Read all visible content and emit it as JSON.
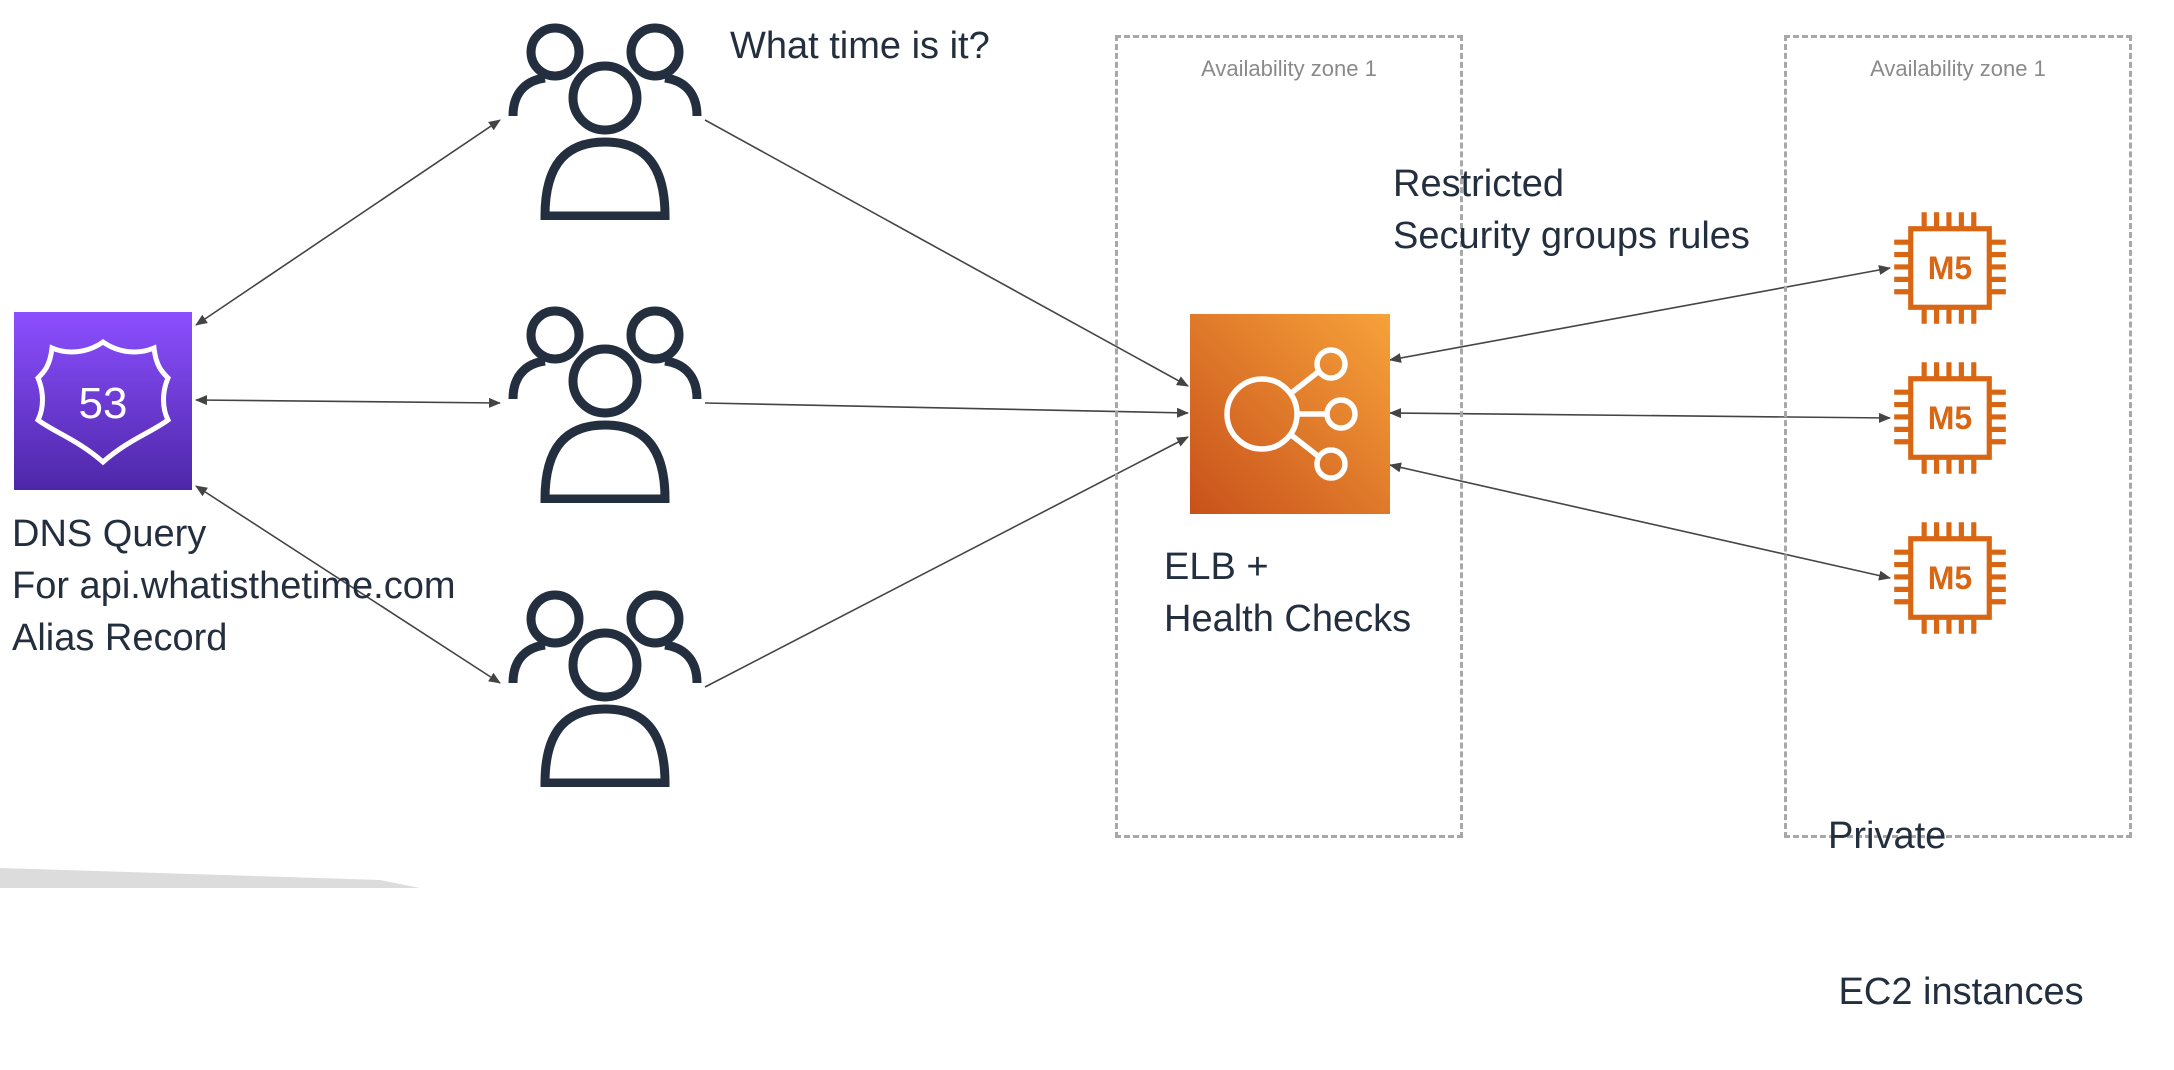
{
  "colors": {
    "route53_gradient_top": "#8c4fff",
    "route53_gradient_bottom": "#4d27a8",
    "elb_gradient_top": "#f7a23a",
    "elb_gradient_bottom": "#c8511b",
    "ec2_orange": "#d86613",
    "users_stroke": "#232f3e",
    "arrow": "#333333"
  },
  "icons": {
    "route53": "route53-shield-icon",
    "users": "users-group-icon",
    "elb": "elastic-load-balancer-icon",
    "ec2": "ec2-m5-instance-icon"
  },
  "question": "What time is it?",
  "route53": {
    "badge": "53",
    "caption": [
      "DNS Query",
      "For api.whatisthetime.com",
      "Alias Record"
    ]
  },
  "zones": [
    {
      "label": "Availability zone 1"
    },
    {
      "label": "Availability zone 1"
    }
  ],
  "security_note": [
    "Restricted",
    "Security groups rules"
  ],
  "elb": {
    "caption": [
      "ELB +",
      "Health Checks"
    ]
  },
  "instances": [
    {
      "label": "M5"
    },
    {
      "label": "M5"
    },
    {
      "label": "M5"
    }
  ],
  "ec2_caption": [
    "Private",
    " EC2 instances"
  ]
}
